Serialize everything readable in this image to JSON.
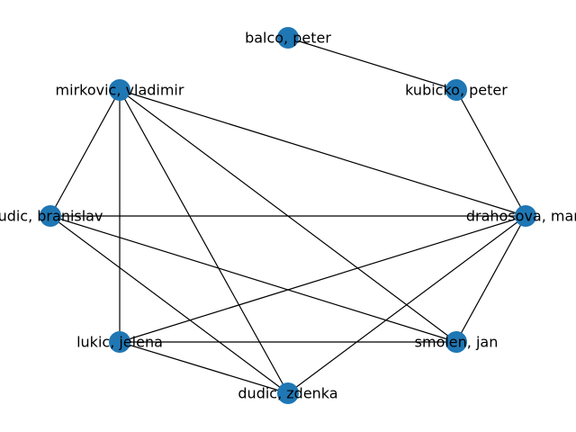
{
  "graph": {
    "node_color": "#1f77b4",
    "edge_color": "#000000",
    "nodes": [
      {
        "id": "balco",
        "label": "balco, peter"
      },
      {
        "id": "kubicko",
        "label": "kubicko, peter"
      },
      {
        "id": "drahosova",
        "label": "drahosova, mart"
      },
      {
        "id": "smolen",
        "label": "smolen, jan"
      },
      {
        "id": "dudic_z",
        "label": "dudic, zdenka"
      },
      {
        "id": "lukic",
        "label": "lukic, jelena"
      },
      {
        "id": "dudic_b",
        "label": "udic, branislav"
      },
      {
        "id": "mirkovic",
        "label": "mirkovic, vladimir"
      }
    ],
    "edges": [
      [
        "balco",
        "kubicko"
      ],
      [
        "kubicko",
        "drahosova"
      ],
      [
        "mirkovic",
        "dudic_b"
      ],
      [
        "mirkovic",
        "lukic"
      ],
      [
        "mirkovic",
        "dudic_z"
      ],
      [
        "mirkovic",
        "smolen"
      ],
      [
        "mirkovic",
        "drahosova"
      ],
      [
        "dudic_b",
        "drahosova"
      ],
      [
        "dudic_b",
        "smolen"
      ],
      [
        "dudic_b",
        "dudic_z"
      ],
      [
        "drahosova",
        "lukic"
      ],
      [
        "drahosova",
        "dudic_z"
      ],
      [
        "drahosova",
        "smolen"
      ],
      [
        "lukic",
        "smolen"
      ],
      [
        "lukic",
        "dudic_z"
      ]
    ]
  }
}
